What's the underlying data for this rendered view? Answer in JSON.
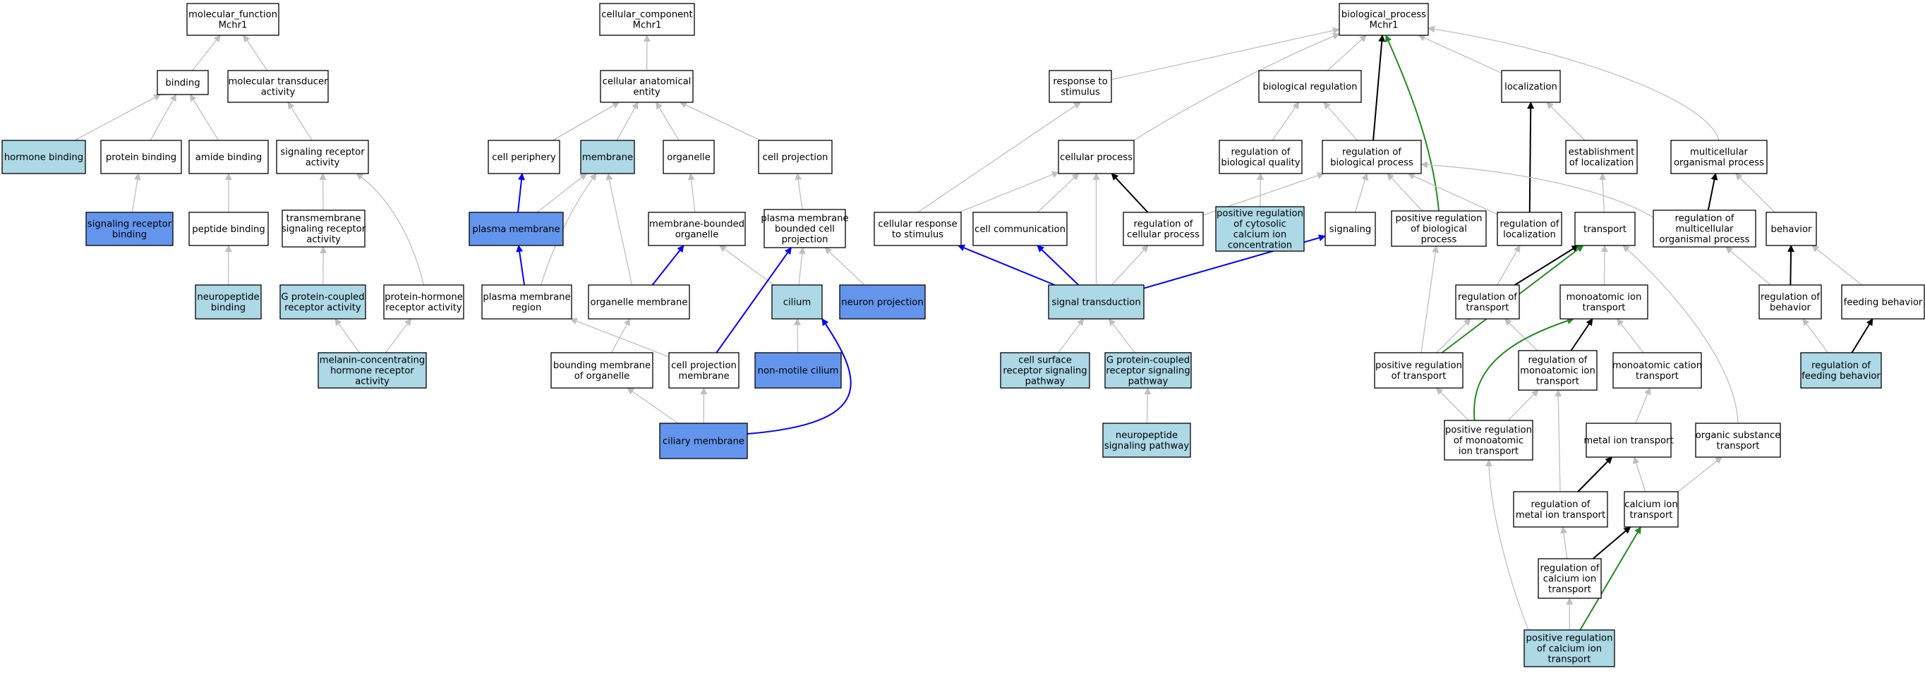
{
  "colors": {
    "background": "#ffffff",
    "node_default": "#ffffff",
    "node_light": "#add8e6",
    "node_dark": "#6495ed",
    "node_border": "#000000",
    "edge_is_a": "#bfbfbf",
    "edge_part_of": "#0000ff",
    "edge_regulates": "#000000",
    "edge_positively_regulates": "#228b22"
  },
  "nodes": {
    "mf_root": {
      "lines": [
        "molecular_function",
        "Mchr1"
      ],
      "fill": "default"
    },
    "binding": {
      "lines": [
        "binding"
      ],
      "fill": "default"
    },
    "mol_trans": {
      "lines": [
        "molecular transducer",
        "activity"
      ],
      "fill": "default"
    },
    "hormone_binding": {
      "lines": [
        "hormone binding"
      ],
      "fill": "light"
    },
    "protein_binding": {
      "lines": [
        "protein binding"
      ],
      "fill": "default"
    },
    "amide_binding": {
      "lines": [
        "amide binding"
      ],
      "fill": "default"
    },
    "sig_rec_act": {
      "lines": [
        "signaling receptor",
        "activity"
      ],
      "fill": "default"
    },
    "sig_rec_binding": {
      "lines": [
        "signaling receptor",
        "binding"
      ],
      "fill": "dark"
    },
    "peptide_binding": {
      "lines": [
        "peptide binding"
      ],
      "fill": "default"
    },
    "tm_sig_rec": {
      "lines": [
        "transmembrane",
        "signaling receptor",
        "activity"
      ],
      "fill": "default"
    },
    "neuropeptide_binding": {
      "lines": [
        "neuropeptide",
        "binding"
      ],
      "fill": "light"
    },
    "gpcr_act": {
      "lines": [
        "G protein-coupled",
        "receptor activity"
      ],
      "fill": "light"
    },
    "prot_horm_rec": {
      "lines": [
        "protein-hormone",
        "receptor activity"
      ],
      "fill": "default"
    },
    "mch_rec": {
      "lines": [
        "melanin-concentrating",
        "hormone receptor",
        "activity"
      ],
      "fill": "light"
    },
    "cc_root": {
      "lines": [
        "cellular_component",
        "Mchr1"
      ],
      "fill": "default"
    },
    "cae": {
      "lines": [
        "cellular anatomical",
        "entity"
      ],
      "fill": "default"
    },
    "cell_periphery": {
      "lines": [
        "cell periphery"
      ],
      "fill": "default"
    },
    "membrane": {
      "lines": [
        "membrane"
      ],
      "fill": "light"
    },
    "organelle": {
      "lines": [
        "organelle"
      ],
      "fill": "default"
    },
    "cell_projection": {
      "lines": [
        "cell projection"
      ],
      "fill": "default"
    },
    "plasma_membrane": {
      "lines": [
        "plasma membrane"
      ],
      "fill": "dark"
    },
    "mbo": {
      "lines": [
        "membrane-bounded",
        "organelle"
      ],
      "fill": "default"
    },
    "pm_bcp": {
      "lines": [
        "plasma membrane",
        "bounded cell",
        "projection"
      ],
      "fill": "default"
    },
    "pm_region": {
      "lines": [
        "plasma membrane",
        "region"
      ],
      "fill": "default"
    },
    "org_membrane": {
      "lines": [
        "organelle membrane"
      ],
      "fill": "default"
    },
    "cilium": {
      "lines": [
        "cilium"
      ],
      "fill": "light"
    },
    "neuron_proj": {
      "lines": [
        "neuron projection"
      ],
      "fill": "dark"
    },
    "bound_mem_org": {
      "lines": [
        "bounding membrane",
        "of organelle"
      ],
      "fill": "default"
    },
    "cp_membrane": {
      "lines": [
        "cell projection",
        "membrane"
      ],
      "fill": "default"
    },
    "nonmotile_cilium": {
      "lines": [
        "non-motile cilium"
      ],
      "fill": "dark"
    },
    "ciliary_membrane": {
      "lines": [
        "ciliary membrane"
      ],
      "fill": "dark"
    },
    "bp_root": {
      "lines": [
        "biological_process",
        "Mchr1"
      ],
      "fill": "default"
    },
    "resp_stim": {
      "lines": [
        "response to",
        "stimulus"
      ],
      "fill": "default"
    },
    "bio_reg": {
      "lines": [
        "biological regulation"
      ],
      "fill": "default"
    },
    "localization": {
      "lines": [
        "localization"
      ],
      "fill": "default"
    },
    "cellular_process": {
      "lines": [
        "cellular process"
      ],
      "fill": "default"
    },
    "reg_bio_quality": {
      "lines": [
        "regulation of",
        "biological quality"
      ],
      "fill": "default"
    },
    "reg_bio_proc": {
      "lines": [
        "regulation of",
        "biological process"
      ],
      "fill": "default"
    },
    "est_loc": {
      "lines": [
        "establishment",
        "of localization"
      ],
      "fill": "default"
    },
    "multi_org": {
      "lines": [
        "multicellular",
        "organismal process"
      ],
      "fill": "default"
    },
    "cell_resp_stim": {
      "lines": [
        "cellular response",
        "to stimulus"
      ],
      "fill": "default"
    },
    "cell_comm": {
      "lines": [
        "cell communication"
      ],
      "fill": "default"
    },
    "reg_cell_proc": {
      "lines": [
        "regulation of",
        "cellular process"
      ],
      "fill": "default"
    },
    "pos_reg_cyt_ca": {
      "lines": [
        "positive regulation",
        "of cytosolic",
        "calcium ion",
        "concentration"
      ],
      "fill": "light"
    },
    "signaling": {
      "lines": [
        "signaling"
      ],
      "fill": "default"
    },
    "pos_reg_bio_proc": {
      "lines": [
        "positive regulation",
        "of biological",
        "process"
      ],
      "fill": "default"
    },
    "reg_loc": {
      "lines": [
        "regulation of",
        "localization"
      ],
      "fill": "default"
    },
    "transport": {
      "lines": [
        "transport"
      ],
      "fill": "default"
    },
    "reg_multi_org": {
      "lines": [
        "regulation of",
        "multicellular",
        "organismal process"
      ],
      "fill": "default"
    },
    "behavior": {
      "lines": [
        "behavior"
      ],
      "fill": "default"
    },
    "signal_trans": {
      "lines": [
        "signal transduction"
      ],
      "fill": "light"
    },
    "reg_transport": {
      "lines": [
        "regulation of",
        "transport"
      ],
      "fill": "default"
    },
    "mono_ion_trans": {
      "lines": [
        "monoatomic ion",
        "transport"
      ],
      "fill": "default"
    },
    "reg_behavior": {
      "lines": [
        "regulation of",
        "behavior"
      ],
      "fill": "default"
    },
    "feeding_behavior": {
      "lines": [
        "feeding behavior"
      ],
      "fill": "default"
    },
    "csr_sig": {
      "lines": [
        "cell surface",
        "receptor signaling",
        "pathway"
      ],
      "fill": "light"
    },
    "gpcr_sig": {
      "lines": [
        "G protein-coupled",
        "receptor signaling",
        "pathway"
      ],
      "fill": "light"
    },
    "pos_reg_transport": {
      "lines": [
        "positive regulation",
        "of transport"
      ],
      "fill": "default"
    },
    "reg_mono_ion": {
      "lines": [
        "regulation of",
        "monoatomic ion",
        "transport"
      ],
      "fill": "default"
    },
    "mono_cation": {
      "lines": [
        "monoatomic cation",
        "transport"
      ],
      "fill": "default"
    },
    "reg_feeding": {
      "lines": [
        "regulation of",
        "feeding behavior"
      ],
      "fill": "light"
    },
    "neuropep_sig": {
      "lines": [
        "neuropeptide",
        "signaling pathway"
      ],
      "fill": "light"
    },
    "pos_reg_mono_ion": {
      "lines": [
        "positive regulation",
        "of monoatomic",
        "ion transport"
      ],
      "fill": "default"
    },
    "metal_ion_trans": {
      "lines": [
        "metal ion transport"
      ],
      "fill": "default"
    },
    "org_sub_trans": {
      "lines": [
        "organic substance",
        "transport"
      ],
      "fill": "default"
    },
    "reg_metal_ion": {
      "lines": [
        "regulation of",
        "metal ion transport"
      ],
      "fill": "default"
    },
    "ca_ion_trans": {
      "lines": [
        "calcium ion",
        "transport"
      ],
      "fill": "default"
    },
    "reg_ca_ion": {
      "lines": [
        "regulation of",
        "calcium ion",
        "transport"
      ],
      "fill": "default"
    },
    "pos_reg_ca_ion": {
      "lines": [
        "positive regulation",
        "of calcium ion",
        "transport"
      ],
      "fill": "light"
    }
  },
  "edges": [
    {
      "from": "binding",
      "to": "mf_root",
      "type": "is_a"
    },
    {
      "from": "mol_trans",
      "to": "mf_root",
      "type": "is_a"
    },
    {
      "from": "hormone_binding",
      "to": "binding",
      "type": "is_a"
    },
    {
      "from": "protein_binding",
      "to": "binding",
      "type": "is_a"
    },
    {
      "from": "amide_binding",
      "to": "binding",
      "type": "is_a"
    },
    {
      "from": "sig_rec_act",
      "to": "mol_trans",
      "type": "is_a"
    },
    {
      "from": "sig_rec_binding",
      "to": "protein_binding",
      "type": "is_a"
    },
    {
      "from": "peptide_binding",
      "to": "amide_binding",
      "type": "is_a"
    },
    {
      "from": "tm_sig_rec",
      "to": "sig_rec_act",
      "type": "is_a"
    },
    {
      "from": "prot_horm_rec",
      "to": "sig_rec_act",
      "type": "is_a"
    },
    {
      "from": "neuropeptide_binding",
      "to": "peptide_binding",
      "type": "is_a"
    },
    {
      "from": "gpcr_act",
      "to": "tm_sig_rec",
      "type": "is_a"
    },
    {
      "from": "mch_rec",
      "to": "gpcr_act",
      "type": "is_a"
    },
    {
      "from": "mch_rec",
      "to": "prot_horm_rec",
      "type": "is_a"
    },
    {
      "from": "cae",
      "to": "cc_root",
      "type": "is_a"
    },
    {
      "from": "cell_periphery",
      "to": "cae",
      "type": "is_a"
    },
    {
      "from": "membrane",
      "to": "cae",
      "type": "is_a"
    },
    {
      "from": "organelle",
      "to": "cae",
      "type": "is_a"
    },
    {
      "from": "cell_projection",
      "to": "cae",
      "type": "is_a"
    },
    {
      "from": "plasma_membrane",
      "to": "cell_periphery",
      "type": "part_of"
    },
    {
      "from": "plasma_membrane",
      "to": "membrane",
      "type": "is_a"
    },
    {
      "from": "mbo",
      "to": "organelle",
      "type": "is_a"
    },
    {
      "from": "pm_bcp",
      "to": "cell_projection",
      "type": "is_a"
    },
    {
      "from": "pm_region",
      "to": "plasma_membrane",
      "type": "part_of"
    },
    {
      "from": "pm_region",
      "to": "membrane",
      "type": "is_a"
    },
    {
      "from": "org_membrane",
      "to": "membrane",
      "type": "is_a"
    },
    {
      "from": "org_membrane",
      "to": "mbo",
      "type": "part_of"
    },
    {
      "from": "cilium",
      "to": "mbo",
      "type": "is_a"
    },
    {
      "from": "cilium",
      "to": "pm_bcp",
      "type": "is_a"
    },
    {
      "from": "neuron_proj",
      "to": "pm_bcp",
      "type": "is_a"
    },
    {
      "from": "bound_mem_org",
      "to": "org_membrane",
      "type": "is_a"
    },
    {
      "from": "cp_membrane",
      "to": "pm_region",
      "type": "is_a"
    },
    {
      "from": "cp_membrane",
      "to": "pm_bcp",
      "type": "part_of"
    },
    {
      "from": "nonmotile_cilium",
      "to": "cilium",
      "type": "is_a"
    },
    {
      "from": "ciliary_membrane",
      "to": "bound_mem_org",
      "type": "is_a"
    },
    {
      "from": "ciliary_membrane",
      "to": "cp_membrane",
      "type": "is_a"
    },
    {
      "from": "ciliary_membrane",
      "to": "cilium",
      "type": "part_of"
    },
    {
      "from": "resp_stim",
      "to": "bp_root",
      "type": "is_a"
    },
    {
      "from": "bio_reg",
      "to": "bp_root",
      "type": "is_a"
    },
    {
      "from": "localization",
      "to": "bp_root",
      "type": "is_a"
    },
    {
      "from": "multi_org",
      "to": "bp_root",
      "type": "is_a"
    },
    {
      "from": "cellular_process",
      "to": "bp_root",
      "type": "is_a"
    },
    {
      "from": "reg_bio_proc",
      "to": "bp_root",
      "type": "regulates"
    },
    {
      "from": "pos_reg_bio_proc",
      "to": "bp_root",
      "type": "positively_regulates"
    },
    {
      "from": "reg_bio_quality",
      "to": "bio_reg",
      "type": "is_a"
    },
    {
      "from": "reg_bio_proc",
      "to": "bio_reg",
      "type": "is_a"
    },
    {
      "from": "est_loc",
      "to": "localization",
      "type": "is_a"
    },
    {
      "from": "reg_loc",
      "to": "localization",
      "type": "regulates"
    },
    {
      "from": "cell_resp_stim",
      "to": "resp_stim",
      "type": "is_a"
    },
    {
      "from": "cell_resp_stim",
      "to": "cellular_process",
      "type": "is_a"
    },
    {
      "from": "cell_comm",
      "to": "cellular_process",
      "type": "is_a"
    },
    {
      "from": "reg_cell_proc",
      "to": "cellular_process",
      "type": "regulates"
    },
    {
      "from": "signal_trans",
      "to": "cellular_process",
      "type": "is_a"
    },
    {
      "from": "reg_cell_proc",
      "to": "reg_bio_proc",
      "type": "is_a"
    },
    {
      "from": "pos_reg_cyt_ca",
      "to": "reg_bio_quality",
      "type": "is_a"
    },
    {
      "from": "signaling",
      "to": "reg_bio_proc",
      "type": "is_a"
    },
    {
      "from": "pos_reg_bio_proc",
      "to": "reg_bio_proc",
      "type": "is_a"
    },
    {
      "from": "reg_loc",
      "to": "reg_bio_proc",
      "type": "is_a"
    },
    {
      "from": "reg_multi_org",
      "to": "reg_bio_proc",
      "type": "is_a"
    },
    {
      "from": "transport",
      "to": "est_loc",
      "type": "is_a"
    },
    {
      "from": "reg_multi_org",
      "to": "multi_org",
      "type": "regulates"
    },
    {
      "from": "behavior",
      "to": "multi_org",
      "type": "is_a"
    },
    {
      "from": "signal_trans",
      "to": "cell_resp_stim",
      "type": "part_of"
    },
    {
      "from": "signal_trans",
      "to": "cell_comm",
      "type": "part_of"
    },
    {
      "from": "signal_trans",
      "to": "reg_cell_proc",
      "type": "is_a"
    },
    {
      "from": "signal_trans",
      "to": "signaling",
      "type": "part_of"
    },
    {
      "from": "reg_transport",
      "to": "reg_loc",
      "type": "is_a"
    },
    {
      "from": "reg_transport",
      "to": "transport",
      "type": "regulates"
    },
    {
      "from": "mono_ion_trans",
      "to": "transport",
      "type": "is_a"
    },
    {
      "from": "org_sub_trans",
      "to": "transport",
      "type": "is_a"
    },
    {
      "from": "reg_behavior",
      "to": "reg_multi_org",
      "type": "is_a"
    },
    {
      "from": "reg_behavior",
      "to": "behavior",
      "type": "regulates"
    },
    {
      "from": "feeding_behavior",
      "to": "behavior",
      "type": "is_a"
    },
    {
      "from": "csr_sig",
      "to": "signal_trans",
      "type": "is_a"
    },
    {
      "from": "gpcr_sig",
      "to": "signal_trans",
      "type": "is_a"
    },
    {
      "from": "neuropep_sig",
      "to": "gpcr_sig",
      "type": "is_a"
    },
    {
      "from": "pos_reg_transport",
      "to": "pos_reg_bio_proc",
      "type": "is_a"
    },
    {
      "from": "pos_reg_transport",
      "to": "reg_transport",
      "type": "is_a"
    },
    {
      "from": "pos_reg_transport",
      "to": "transport",
      "type": "positively_regulates"
    },
    {
      "from": "reg_mono_ion",
      "to": "reg_transport",
      "type": "is_a"
    },
    {
      "from": "reg_mono_ion",
      "to": "mono_ion_trans",
      "type": "regulates"
    },
    {
      "from": "mono_cation",
      "to": "mono_ion_trans",
      "type": "is_a"
    },
    {
      "from": "reg_feeding",
      "to": "reg_behavior",
      "type": "is_a"
    },
    {
      "from": "reg_feeding",
      "to": "feeding_behavior",
      "type": "regulates"
    },
    {
      "from": "pos_reg_mono_ion",
      "to": "pos_reg_transport",
      "type": "is_a"
    },
    {
      "from": "pos_reg_mono_ion",
      "to": "reg_mono_ion",
      "type": "is_a"
    },
    {
      "from": "pos_reg_mono_ion",
      "to": "mono_ion_trans",
      "type": "positively_regulates"
    },
    {
      "from": "metal_ion_trans",
      "to": "mono_cation",
      "type": "is_a"
    },
    {
      "from": "reg_metal_ion",
      "to": "reg_mono_ion",
      "type": "is_a"
    },
    {
      "from": "reg_metal_ion",
      "to": "metal_ion_trans",
      "type": "regulates"
    },
    {
      "from": "ca_ion_trans",
      "to": "metal_ion_trans",
      "type": "is_a"
    },
    {
      "from": "ca_ion_trans",
      "to": "org_sub_trans",
      "type": "is_a"
    },
    {
      "from": "reg_ca_ion",
      "to": "reg_metal_ion",
      "type": "is_a"
    },
    {
      "from": "reg_ca_ion",
      "to": "ca_ion_trans",
      "type": "regulates"
    },
    {
      "from": "pos_reg_ca_ion",
      "to": "reg_ca_ion",
      "type": "is_a"
    },
    {
      "from": "pos_reg_ca_ion",
      "to": "pos_reg_mono_ion",
      "type": "is_a"
    },
    {
      "from": "pos_reg_ca_ion",
      "to": "ca_ion_trans",
      "type": "positively_regulates"
    }
  ]
}
